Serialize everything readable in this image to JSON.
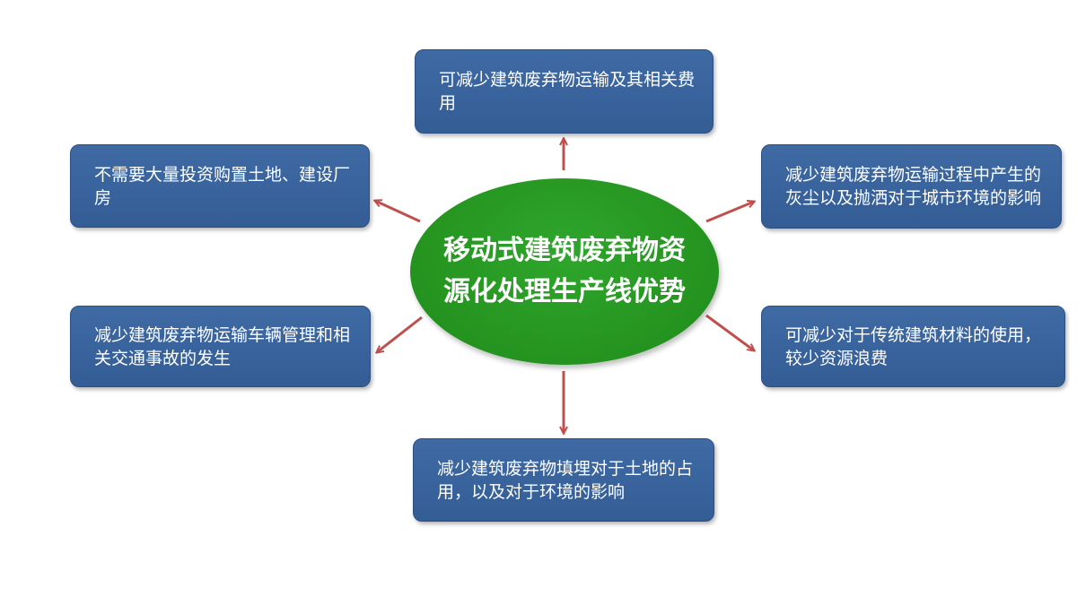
{
  "center": {
    "title": "移动式建筑废弃物资源化处理生产线优势"
  },
  "advantages": {
    "top": "可减少建筑废弃物运输及其相关费用",
    "upper_left": "不需要大量投资购置土地、建设厂房",
    "upper_right": "减少建筑废弃物运输过程中产生的灰尘以及抛洒对于城市环境的影响",
    "lower_left": "减少建筑废弃物运输车辆管理和相关交通事故的发生",
    "lower_right": "可减少对于传统建筑材料的使用，较少资源浪费",
    "bottom": "减少建筑废弃物填埋对于土地的占用，以及对于环境的影响"
  },
  "colors": {
    "box_fill": "#3a639c",
    "center_fill": "#24931f",
    "arrow": "#c0504d"
  }
}
